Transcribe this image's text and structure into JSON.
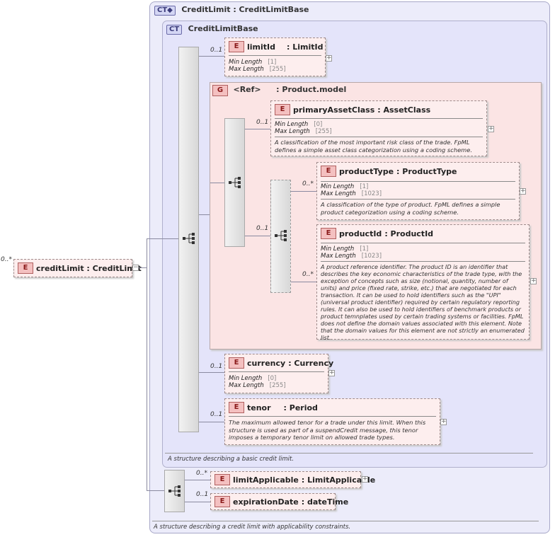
{
  "root": {
    "mult": "0..*",
    "badge": "E",
    "name": "creditLimit : CreditLimit",
    "collapse": "−"
  },
  "outer_ct": {
    "badge": "CT◆",
    "title": "CreditLimit : CreditLimitBase",
    "caption": "A structure describing a credit limit with applicability constraints."
  },
  "inner_ct": {
    "badge": "CT",
    "title": "CreditLimitBase",
    "caption": "A structure describing a basic credit limit."
  },
  "group": {
    "badge": "G",
    "ref": "<Ref>",
    "name": ": Product.model"
  },
  "elements": {
    "limitId": {
      "mult": "0..1",
      "badge": "E",
      "name": "limitId",
      "type": ": LimitId",
      "facets": [
        {
          "k": "Min Length",
          "v": "[1]"
        },
        {
          "k": "Max Length",
          "v": "[255]"
        }
      ]
    },
    "primaryAssetClass": {
      "mult": "0..1",
      "badge": "E",
      "name": "primaryAssetClass",
      "type": ": AssetClass",
      "facets": [
        {
          "k": "Min Length",
          "v": "[0]"
        },
        {
          "k": "Max Length",
          "v": "[255]"
        }
      ],
      "doc": "A classification of the most important risk class of the trade. FpML defines a simple asset class categorization using a coding scheme."
    },
    "productType": {
      "mult": "0..*",
      "badge": "E",
      "name": "productType",
      "type": ": ProductType",
      "facets": [
        {
          "k": "Min Length",
          "v": "[1]"
        },
        {
          "k": "Max Length",
          "v": "[1023]"
        }
      ],
      "doc": "A classification of the type of product. FpML defines a simple product categorization using a coding scheme."
    },
    "productId": {
      "mult": "0..*",
      "badge": "E",
      "name": "productId",
      "type": ": ProductId",
      "facets": [
        {
          "k": "Min Length",
          "v": "[1]"
        },
        {
          "k": "Max Length",
          "v": "[1023]"
        }
      ],
      "doc": "A product reference identifier. The product ID is an identifier that describes the key economic characteristics of the trade type, with the exception of concepts such as size (notional, quantity, number of units) and price (fixed rate, strike, etc.) that are negotiated for each transaction. It can be used to hold identifiers such as the \"UPI\" (universal product identifier) required by certain regulatory reporting rules. It can also be used to hold identifiers of benchmark products or product temnplates used by certain trading systems or facilities. FpML does not define the domain values associated with this element. Note that the domain values for this element are not strictly an enumerated list."
    },
    "currency": {
      "mult": "0..1",
      "badge": "E",
      "name": "currency",
      "type": ": Currency",
      "facets": [
        {
          "k": "Min Length",
          "v": "[0]"
        },
        {
          "k": "Max Length",
          "v": "[255]"
        }
      ]
    },
    "tenor": {
      "mult": "0..1",
      "badge": "E",
      "name": "tenor",
      "type": ": Period",
      "doc": "The maximum allowed tenor for a trade under this limit. When this structure is used as part of a suspendCredit message, this tenor imposes a temporary tenor limit on allowed trade types."
    },
    "limitApplicable": {
      "mult": "0..*",
      "badge": "E",
      "name": "limitApplicable",
      "type": ": LimitApplicable"
    },
    "expirationDate": {
      "mult": "0..1",
      "badge": "E",
      "name": "expirationDate",
      "type": ": dateTime"
    }
  },
  "group_mults": {
    "choice": "0..1"
  },
  "colors": {
    "element_fill": "#fdeeee",
    "badge_fill": "#f4c0c0",
    "ct_fill": "#e4e4fa",
    "group_fill": "#fbe4e4"
  }
}
